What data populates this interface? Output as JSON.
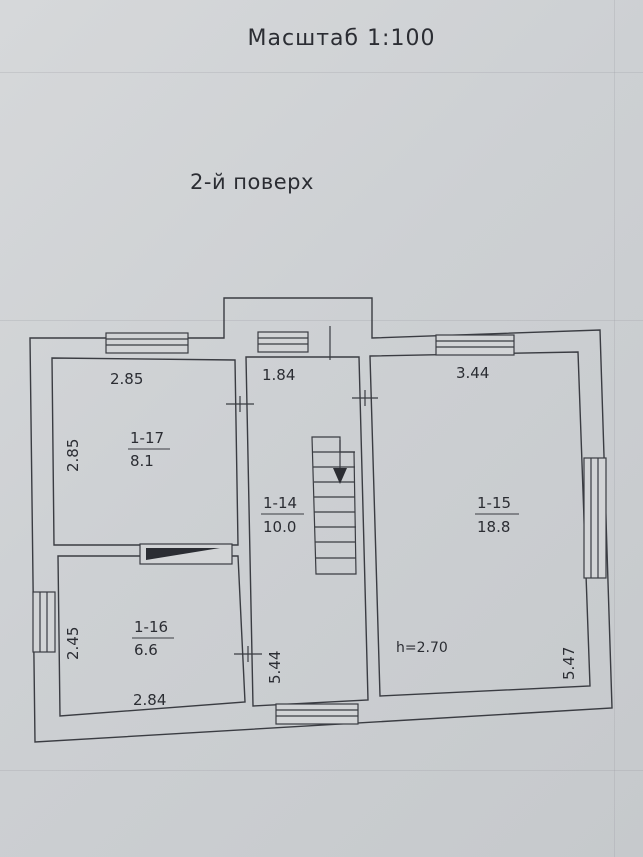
{
  "header": {
    "scale": "Масштаб 1:100",
    "floor": "2-й поверх"
  },
  "rooms": [
    {
      "id": "1-17",
      "area": "8.1",
      "dim_top": "2.85",
      "dim_side": "2.85"
    },
    {
      "id": "1-16",
      "area": "6.6",
      "dim_side": "2.45",
      "dim_bottom": "2.84"
    },
    {
      "id": "1-14",
      "area": "10.0",
      "dim_top": "1.84",
      "dim_side": "5.44"
    },
    {
      "id": "1-15",
      "area": "18.8",
      "dim_top": "3.44",
      "dim_side": "5.47",
      "height": "h=2.70"
    }
  ]
}
